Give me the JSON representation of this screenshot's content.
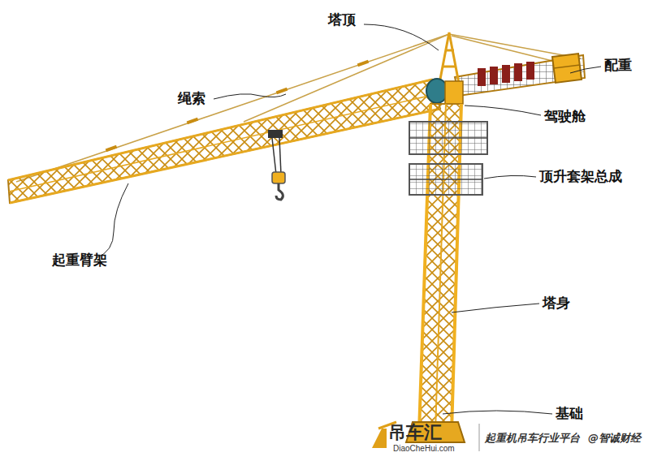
{
  "diagram": {
    "labels": [
      "塔顶",
      "绳索",
      "配重",
      "驾驶舱",
      "顶升套架总成",
      "起重臂架",
      "塔身",
      "基础",
      "吊车汇",
      "DiaoCheHui.com",
      "起重机吊车行业平台",
      "@智诚财经"
    ]
  }
}
